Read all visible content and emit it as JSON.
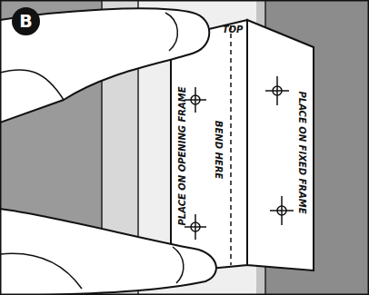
{
  "diagram": {
    "nodes": [
      {
        "text": [
          "B"
        ]
      }
    ],
    "labels": [
      "TOP",
      "PLACE ON OPENING FRAME",
      "BEND HERE",
      "PLACE ON FIXED FRAME"
    ]
  }
}
